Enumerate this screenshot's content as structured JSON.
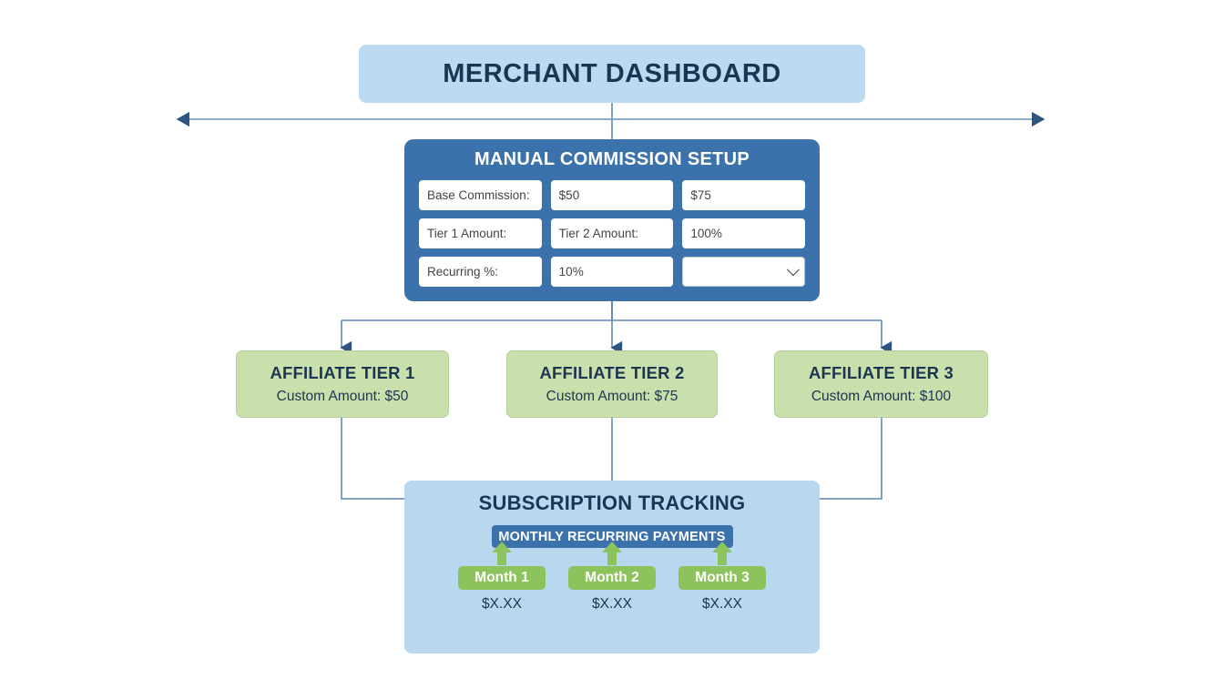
{
  "diagram": {
    "header": {
      "title": "MERCHANT DASHBOARD"
    },
    "commission_panel": {
      "title": "MANUAL COMMISSION SETUP",
      "fields": [
        {
          "label": "Base Commission:",
          "value": "$50",
          "extra": "$75"
        },
        {
          "label": "Tier 1 Amount:",
          "value": "Tier 2 Amount:",
          "extra": "100%"
        },
        {
          "label": "Recurring %:",
          "value": "10%",
          "extra": ""
        }
      ],
      "row1": {
        "f1": "Base Commission:",
        "f2": "$50",
        "f3": "$75"
      },
      "row2": {
        "f1": "Tier 1 Amount:",
        "f2": "Tier 2 Amount:",
        "f3": "100%"
      },
      "row3": {
        "f1": "Recurring %:",
        "f2": "10%",
        "f3": ""
      },
      "select_value": ""
    },
    "tiers": [
      {
        "title": "AFFILIATE TIER 1",
        "subtitle": "Custom Amount: $50"
      },
      {
        "title": "AFFILIATE TIER 2",
        "subtitle": "Custom Amount: $75"
      },
      {
        "title": "AFFILIATE TIER 3",
        "subtitle": "Custom Amount: $100"
      }
    ],
    "subscription": {
      "title": "SUBSCRIPTION TRACKING",
      "badge": "MONTHLY RECURRING PAYMENTS",
      "months": [
        {
          "label": "Month 1",
          "amount": "$X.XX"
        },
        {
          "label": "Month 2",
          "amount": "$X.XX"
        },
        {
          "label": "Month 3",
          "amount": "$X.XX"
        }
      ]
    },
    "colors": {
      "header_bg": "#bcdaf0",
      "panel_blue": "#3c72ab",
      "panel_light_blue": "#b9d8ef",
      "tier_green": "#c9e0ac",
      "month_green": "#8cc35c",
      "text_navy": "#1c3553",
      "connector": "#3f6b99"
    }
  }
}
